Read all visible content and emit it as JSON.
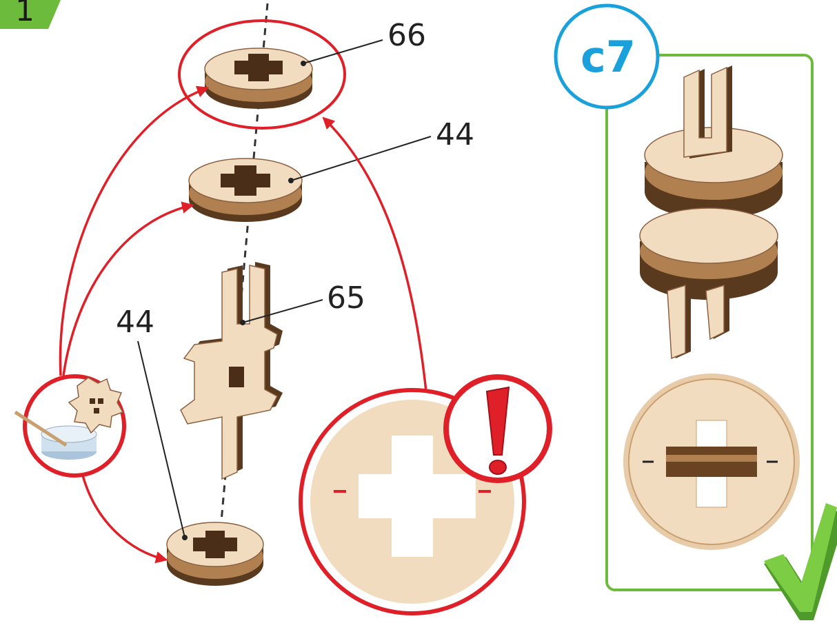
{
  "step": {
    "number": "1"
  },
  "callouts": {
    "top_disc": "66",
    "mid_disc": "44",
    "cross_piece": "65",
    "bottom_disc": "44"
  },
  "check_panel": {
    "label": "c7"
  },
  "colors": {
    "wood_light": "#f2dcc0",
    "wood_dark": "#5a3a1e",
    "wood_mid": "#b08050",
    "red": "#e02028",
    "green": "#6cbb3c",
    "blue": "#1aa1dc"
  },
  "icons": [
    "glue-pot-icon",
    "warning-exclamation-icon",
    "checkmark-icon"
  ]
}
